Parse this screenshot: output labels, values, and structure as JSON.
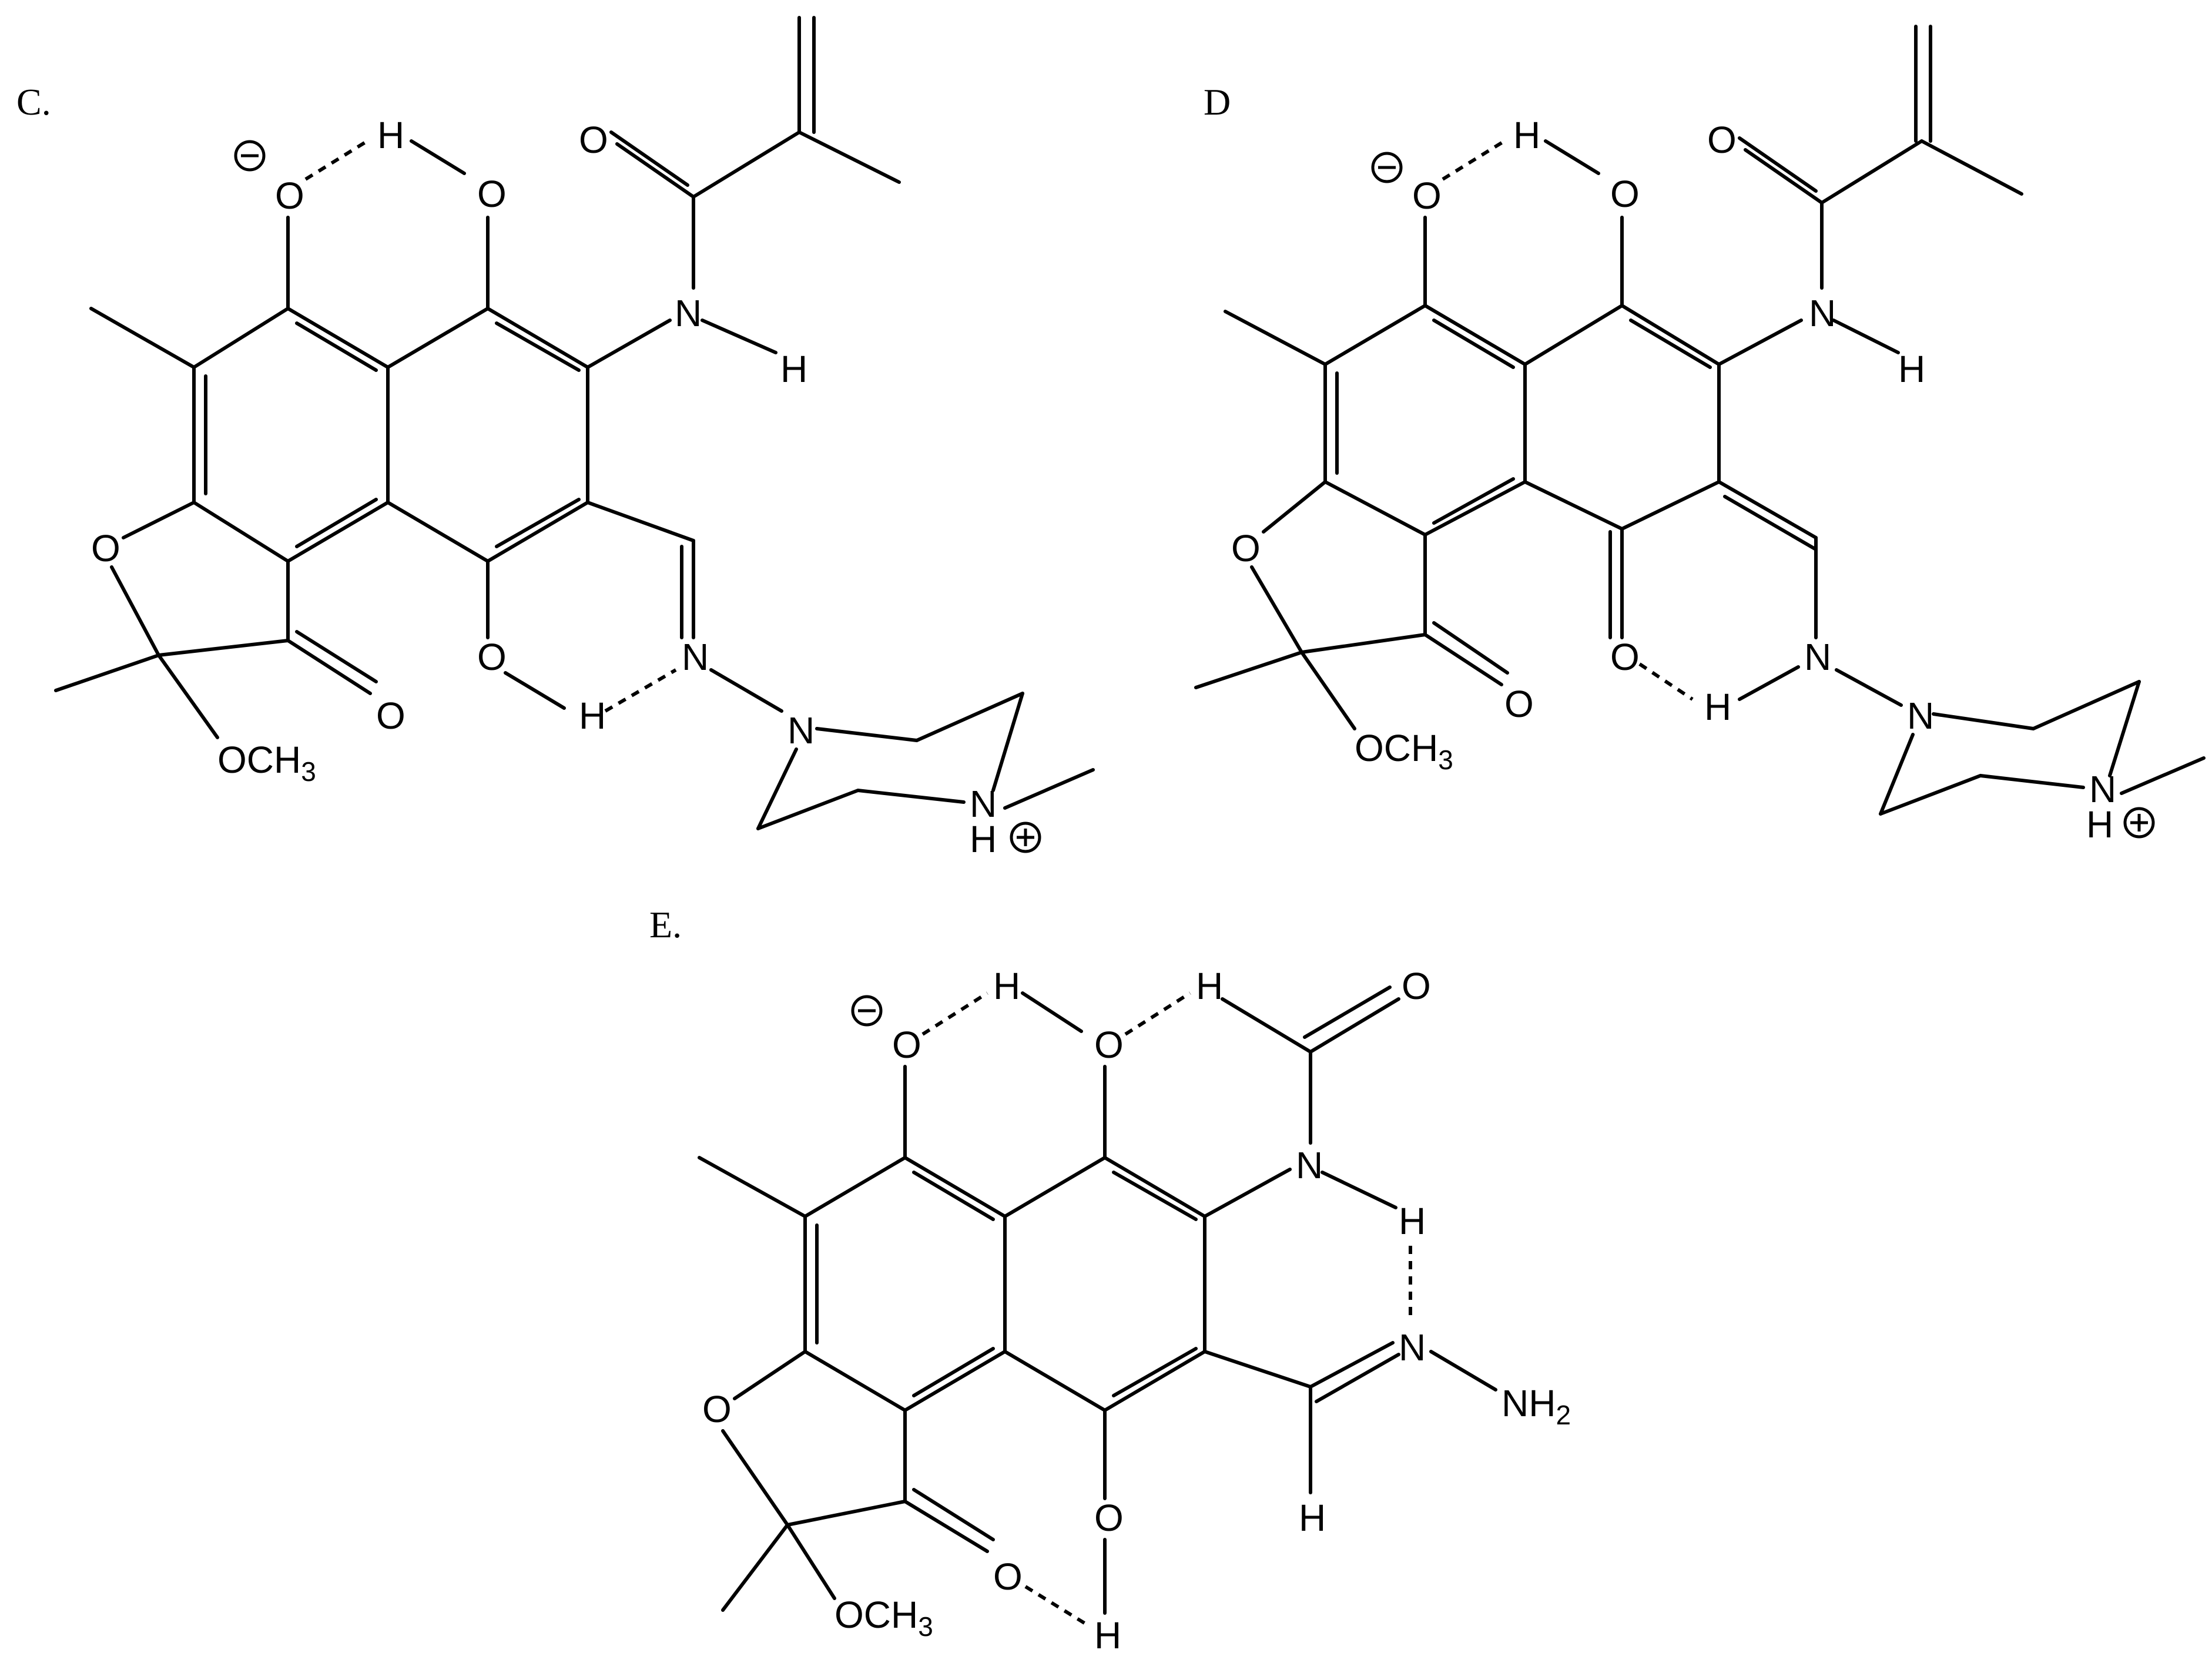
{
  "panels": [
    {
      "label": "C."
    },
    {
      "label": "D"
    },
    {
      "label": "E."
    }
  ],
  "atoms": {
    "O": "O",
    "N": "N",
    "H": "H",
    "OCH": "OCH",
    "three": "3",
    "NH": "NH",
    "two": "2"
  },
  "charges": {
    "negative": "negative-charge",
    "positive": "positive-charge"
  }
}
